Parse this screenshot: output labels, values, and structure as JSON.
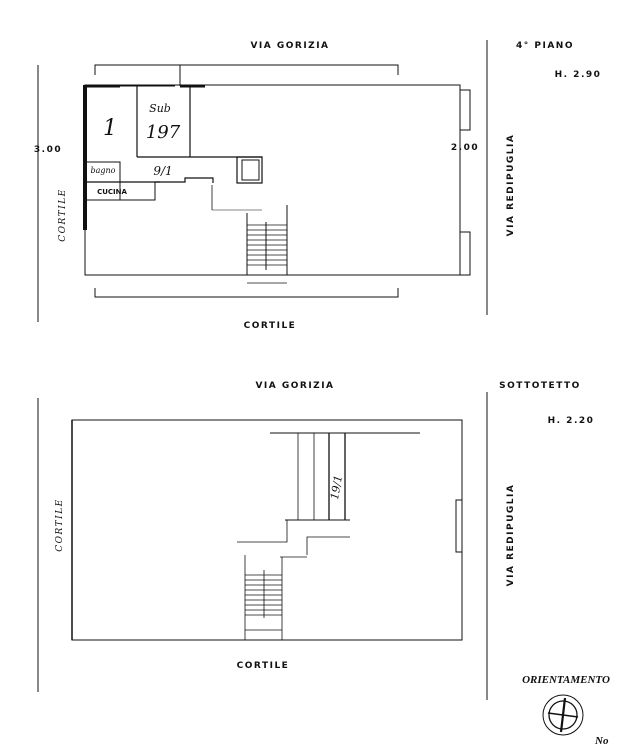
{
  "plan_top": {
    "street_top": "VIA GORIZIA",
    "floor_title": "4° PIANO",
    "height": "H. 2.90",
    "dim_left": "3.00",
    "dim_right": "2.00",
    "side_left": "CORTILE",
    "side_right": "VIA REDIPUGLIA",
    "side_bottom": "CORTILE",
    "rooms": {
      "room_1": "1",
      "sub_label": "Sub",
      "sub_number": "197",
      "bagno": "bagno",
      "cucina": "CUCINA",
      "unit_ref": "9/1"
    }
  },
  "plan_bottom": {
    "street_top": "VIA GORIZIA",
    "floor_title": "SOTTOTETTO",
    "height": "H. 2.20",
    "side_left": "CORTILE",
    "side_right": "VIA REDIPUGLIA",
    "side_bottom": "CORTILE",
    "unit_ref": "19/1"
  },
  "orientation": {
    "title": "ORIENTAMENTO",
    "north_label": "No"
  }
}
